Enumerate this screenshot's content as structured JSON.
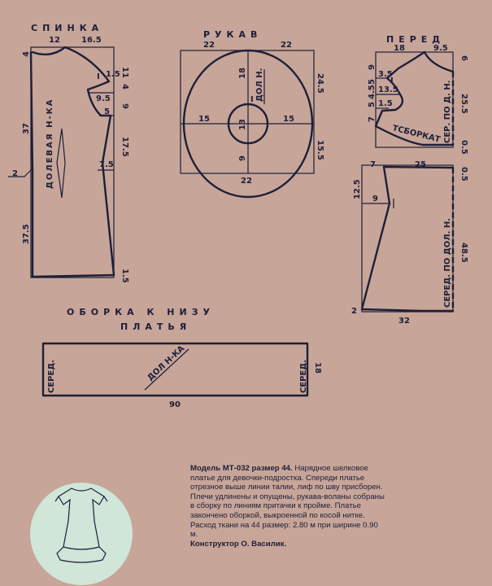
{
  "back": {
    "title": "СПИНКА",
    "grain": "ДОЛЕВАЯ Н-КА",
    "dims": {
      "top_left": "12",
      "top_right": "16.5",
      "r1": "11",
      "r2": "4",
      "r3": "9",
      "r4": "17.5",
      "r5": "1.5",
      "l1": "4",
      "l2": "37",
      "l3": "2",
      "l4": "37.5",
      "i1": "1.5",
      "i2": "9.5",
      "i3": "5",
      "i4": "7.5",
      "mark": "I"
    }
  },
  "sleeve": {
    "title": "РУКАВ",
    "grain": "ДОЛ Н.",
    "dims": {
      "top_left": "22",
      "top_right": "22",
      "v_top": "18",
      "h_left": "15",
      "h_right": "15",
      "inner": "13",
      "v_bottom": "9",
      "r_top": "24.5",
      "r_bottom": "15.5",
      "bottom": "22",
      "mark": "I"
    }
  },
  "front": {
    "title": "ПЕРЕД",
    "center": "СЕР. ПО Д. Н.",
    "gather": "ТСБОРКАТ",
    "dims": {
      "top_left": "18",
      "top_right": "9.5",
      "r1": "6",
      "r2": "25.5",
      "r3": "0.5",
      "l1": "9",
      "l2": "5",
      "l3": "4.5",
      "l4": "5",
      "l5": "7",
      "i1": "3.5",
      "i2": "13.5",
      "i3": "1.5",
      "mark": "I"
    }
  },
  "skirt": {
    "center": "СЕРЕД. ПО ДОЛ. Н.",
    "dims": {
      "top_left": "7",
      "top_right": "25",
      "r1": "0.5",
      "r2": "48.5",
      "l1": "12.5",
      "i1": "9",
      "bl": "2",
      "bottom": "32"
    }
  },
  "ruffle": {
    "title_line1": "ОБОРКА К НИЗУ",
    "title_line2": "ПЛАТЬЯ",
    "grain": "ДОЛ Н-КА",
    "center_left": "СЕРЕД.",
    "center_right": "СЕРЕД.",
    "length": "90",
    "height": "18"
  },
  "description": {
    "model": "Модель МТ-032 размер 44.",
    "text": "Нарядное шелковое платье для девочки-подростка. Спереди платье отрезное выше линии талии, лиф по шву присборен. Плечи удлинены и опущены, рукава-воланы собраны в сборку по линиям притачки к пройме. Платье закончено оборкой, выкроенной по косой нитке.",
    "fabric": "Расход ткани на 44 размер: 2.80 м при ширине 0.90 м.",
    "designer": "Конструктор О. Василик."
  },
  "colors": {
    "paper": "#c7a598",
    "ink": "#1d1f3a",
    "badge": "#cfe6d8"
  }
}
